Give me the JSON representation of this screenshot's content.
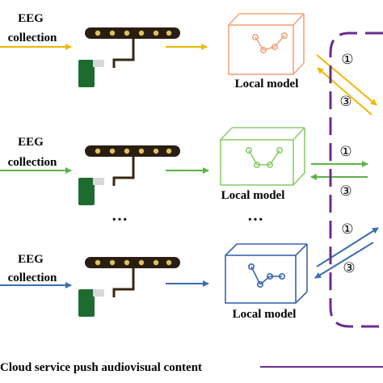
{
  "rows": [
    {
      "label_line1": "EEG",
      "label_line2": "collection",
      "model_label": "Local model",
      "color": "#F0B800",
      "box_color": "#F2A57A",
      "link_up_number": "①",
      "link_down_number": "③"
    },
    {
      "label_line1": "EEG",
      "label_line2": "collection",
      "model_label": "Local model",
      "color": "#5DB346",
      "box_color": "#8CCB6E",
      "link_up_number": "①",
      "link_down_number": "③"
    },
    {
      "label_line1": "EEG",
      "label_line2": "collection",
      "model_label": "Local model",
      "color": "#3A6FB0",
      "box_color": "#3A64B0",
      "link_up_number": "①",
      "link_down_number": "③"
    }
  ],
  "ellipsis": "…",
  "footer_text": "Cloud service push audiovisual content",
  "cloud_color": "#6A2C91"
}
